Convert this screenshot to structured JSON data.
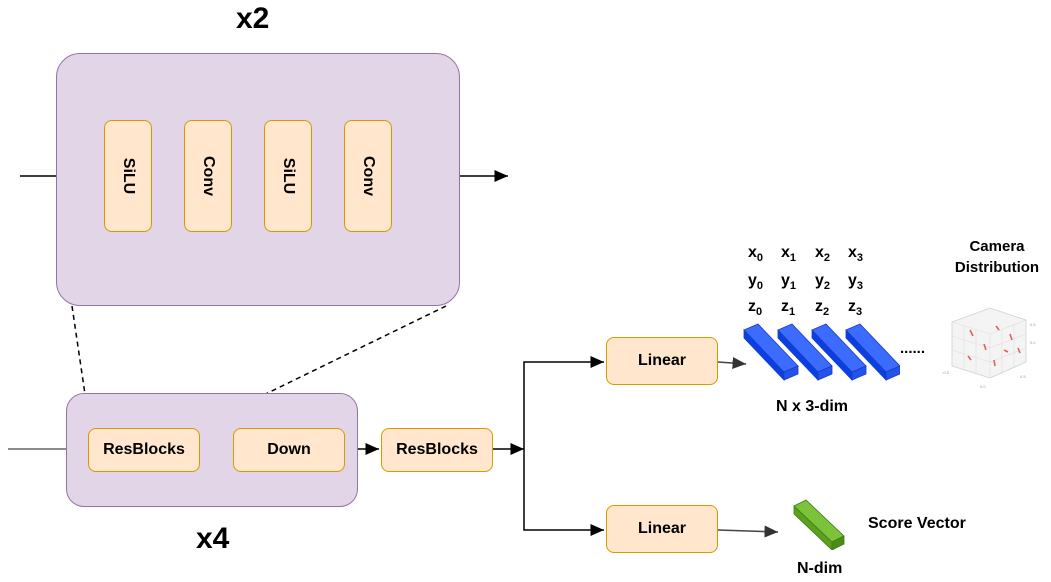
{
  "top_block": {
    "repeat": "x2",
    "layers": [
      "SiLU",
      "Conv",
      "SiLU",
      "Conv"
    ]
  },
  "bottom_block": {
    "repeat": "x4",
    "layers": [
      "ResBlocks",
      "Down"
    ]
  },
  "resblocks_out": "ResBlocks",
  "camera_head": {
    "linear": "Linear",
    "vectors": {
      "row_x": [
        {
          "v": "x",
          "i": "0"
        },
        {
          "v": "x",
          "i": "1"
        },
        {
          "v": "x",
          "i": "2"
        },
        {
          "v": "x",
          "i": "3"
        }
      ],
      "row_y": [
        {
          "v": "y",
          "i": "0"
        },
        {
          "v": "y",
          "i": "1"
        },
        {
          "v": "y",
          "i": "2"
        },
        {
          "v": "y",
          "i": "3"
        }
      ],
      "row_z": [
        {
          "v": "z",
          "i": "0"
        },
        {
          "v": "z",
          "i": "1"
        },
        {
          "v": "z",
          "i": "2"
        },
        {
          "v": "z",
          "i": "3"
        }
      ]
    },
    "ellipsis": "......",
    "dims_label": "N x 3-dim",
    "title_line1": "Camera",
    "title_line2": "Distribution",
    "block_color": "#0a3fe6"
  },
  "score_head": {
    "linear": "Linear",
    "label": "Score Vector",
    "dims_label": "N-dim",
    "block_color": "#5aa21e"
  },
  "colors": {
    "group_fill": "#e1d5e7",
    "group_stroke": "#9673a6",
    "box_fill": "#ffe6cc",
    "box_stroke": "#d79b00"
  }
}
